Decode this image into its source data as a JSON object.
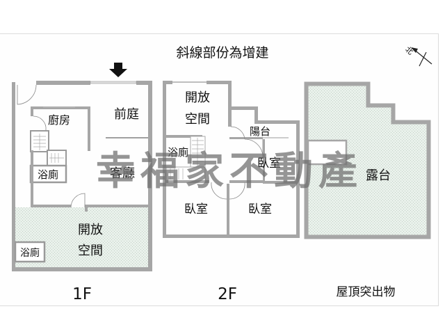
{
  "title": "斜線部份為增建",
  "compass": {
    "label": "北",
    "icon": "north-arrow-icon"
  },
  "entrance": {
    "icon": "entrance-arrow-icon"
  },
  "watermark": "幸福家不動產",
  "colors": {
    "wall": "#a6a6a6",
    "wall_dark": "#8f8f8f",
    "hatch_fill": "#e8f0ea",
    "hatch_dot": "#c3d0c6",
    "text": "#111111",
    "frame": "#dcdcdc"
  },
  "floors": [
    {
      "label": "1F",
      "rooms": [
        {
          "name": "廚房"
        },
        {
          "name": "前庭"
        },
        {
          "name": "浴廁"
        },
        {
          "name": "客廳"
        },
        {
          "name_line1": "開放",
          "name_line2": "空間",
          "extension": true
        },
        {
          "name": "浴廁",
          "extension": true
        }
      ]
    },
    {
      "label": "2F",
      "rooms": [
        {
          "name_line1": "開放",
          "name_line2": "空間"
        },
        {
          "name": "陽台"
        },
        {
          "name": "浴廁"
        },
        {
          "name": "臥室"
        },
        {
          "name": "臥室"
        },
        {
          "name": "臥室"
        }
      ]
    },
    {
      "label": "屋頂突出物",
      "rooms": [
        {
          "name": "露台",
          "extension": true
        }
      ]
    }
  ]
}
